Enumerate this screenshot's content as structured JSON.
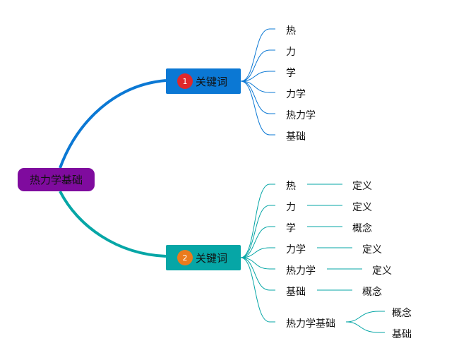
{
  "colors": {
    "root_fill": "#7f0b9e",
    "branch1_fill": "#0b78d4",
    "branch2_fill": "#06a6a6",
    "branch1_line": "#0b78d4",
    "branch2_line": "#06a6a6",
    "badge1": "#e0282a",
    "badge2": "#ea7b1d"
  },
  "mindmap": {
    "root": {
      "label": "热力学基础"
    },
    "branch1": {
      "badge": "1",
      "label": "关键词",
      "leaves": [
        "热",
        "力",
        "学",
        "力学",
        "热力学",
        "基础"
      ]
    },
    "branch2": {
      "badge": "2",
      "label": "关键词",
      "rows": [
        {
          "label": "热",
          "child": "定义"
        },
        {
          "label": "力",
          "child": "定义"
        },
        {
          "label": "学",
          "child": "概念"
        },
        {
          "label": "力学",
          "child": "定义"
        },
        {
          "label": "热力学",
          "child": "定义"
        },
        {
          "label": "基础",
          "child": "概念"
        }
      ],
      "last": {
        "label": "热力学基础",
        "children": [
          "概念",
          "基础"
        ]
      }
    }
  }
}
